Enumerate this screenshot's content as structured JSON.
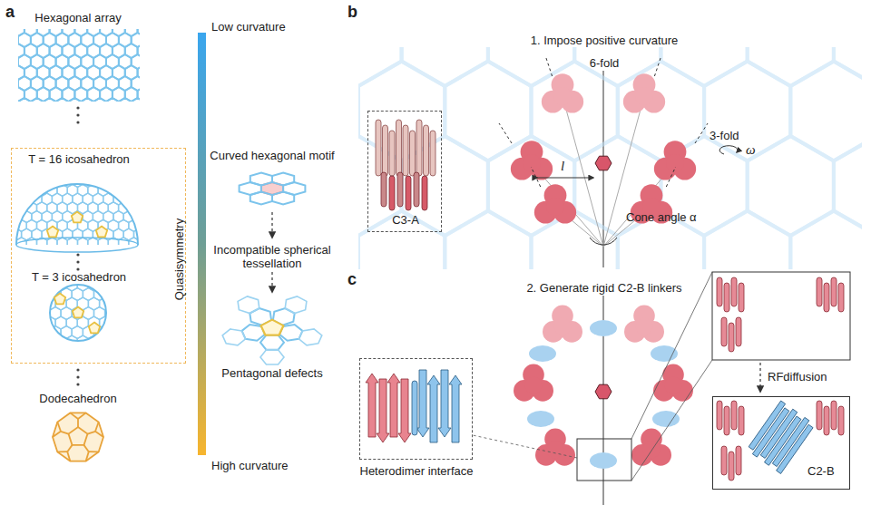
{
  "diagram": {
    "nodes": [
      {
        "text": [
          "T = 16 icosahedron",
          "T = 3 icosahedron",
          "Quasisymmetry"
        ]
      },
      {
        "text": [
          "C3-A"
        ]
      },
      {
        "text": [
          "Heterodimer interface"
        ]
      },
      {
        "text": [
          "C2-B"
        ]
      }
    ],
    "labels": [
      "a",
      "Hexagonal array",
      "Dodecahedron",
      "Low curvature",
      "High curvature",
      "Curved hexagonal motif",
      "Incompatible spherical tessellation",
      "Pentagonal defects",
      "b",
      "1. Impose positive curvature",
      "6-fold",
      "3-fold",
      "ω",
      "l",
      "Cone angle α",
      "c",
      "2. Generate rigid C2-B linkers",
      "RFdiffusion"
    ]
  }
}
